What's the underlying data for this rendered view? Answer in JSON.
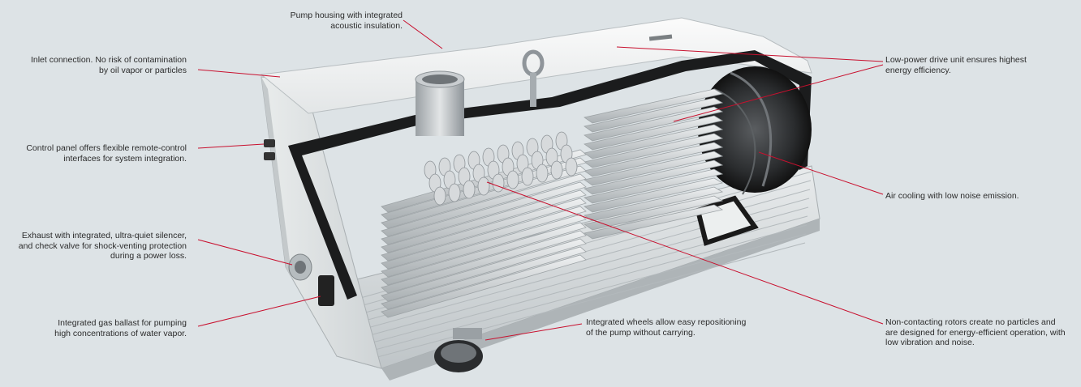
{
  "callouts": {
    "housing": "Pump housing with integrated\nacoustic insulation.",
    "inlet": "Inlet connection. No risk of contamination\nby oil vapor or particles",
    "control_panel": "Control panel offers flexible remote-control\ninterfaces for system integration.",
    "exhaust": "Exhaust with integrated, ultra-quiet silencer,\nand check valve for shock-venting protection\nduring a power loss.",
    "gas_ballast": "Integrated gas ballast for pumping\nhigh concentrations of water vapor.",
    "wheels": "Integrated wheels allow easy repositioning\nof the pump without carrying.",
    "drive_unit": "Low-power drive unit ensures highest\nenergy efficiency.",
    "air_cooling": "Air cooling with low noise emission.",
    "rotors": "Non-contacting rotors create no particles and\nare designed for energy-efficient operation, with\nlow vibration and noise."
  },
  "colors": {
    "leader_line": "#c8102e",
    "background": "#dde3e6",
    "housing_white": "#f2f3f2",
    "insulation_black": "#1a1a1a",
    "fin_metal": "#c9cdcf"
  },
  "icons": [
    "eyebolt-icon",
    "inlet-pipe-icon",
    "wheel-icon",
    "fan-icon"
  ]
}
